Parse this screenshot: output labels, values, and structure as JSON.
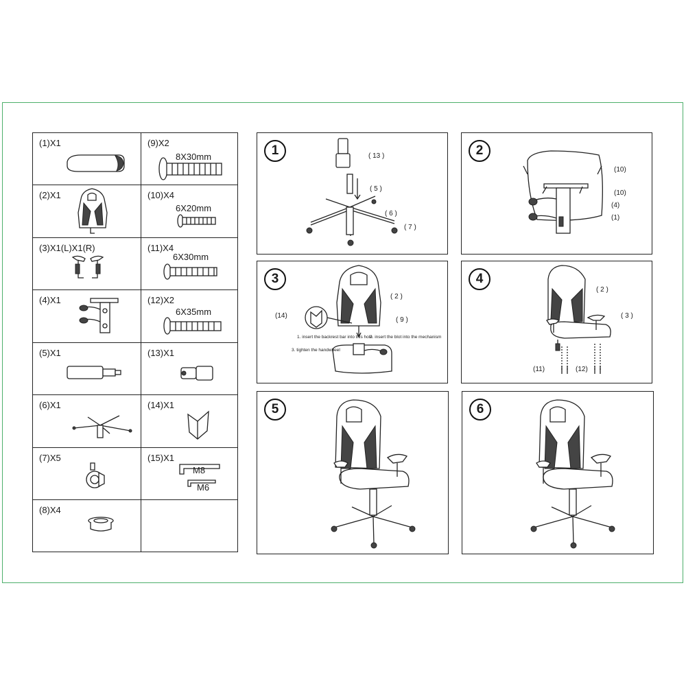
{
  "parts": [
    {
      "label": "(1)X1"
    },
    {
      "label": "(9)X2",
      "size": "8X30mm"
    },
    {
      "label": "(2)X1"
    },
    {
      "label": "(10)X4",
      "size": "6X20mm"
    },
    {
      "label": "(3)X1(L)X1(R)"
    },
    {
      "label": "(11)X4",
      "size": "6X30mm"
    },
    {
      "label": "(4)X1"
    },
    {
      "label": "(12)X2",
      "size": "6X35mm"
    },
    {
      "label": "(5)X1"
    },
    {
      "label": "(13)X1"
    },
    {
      "label": "(6)X1"
    },
    {
      "label": "(14)X1"
    },
    {
      "label": "(7)X5"
    },
    {
      "label": "(15)X1",
      "keys": [
        "M8",
        "M6"
      ]
    },
    {
      "label": "(8)X4"
    }
  ],
  "steps": [
    {
      "number": "1",
      "callouts": [
        "( 13 )",
        "( 5 )",
        "( 6 )",
        "( 7 )"
      ]
    },
    {
      "number": "2",
      "callouts": [
        "(10)",
        "(10)",
        "(4)",
        "(1)"
      ]
    },
    {
      "number": "3",
      "callouts": [
        "( 2 )",
        "(14)",
        "( 9 )"
      ],
      "notes": [
        "1. insert the backrest bar into this hole",
        "2. insert the blot into the mechanism",
        "3. tighten the handwheel"
      ]
    },
    {
      "number": "4",
      "callouts": [
        "( 2 )",
        "( 3 )",
        "(11)",
        "(12)"
      ]
    },
    {
      "number": "5"
    },
    {
      "number": "6"
    }
  ]
}
